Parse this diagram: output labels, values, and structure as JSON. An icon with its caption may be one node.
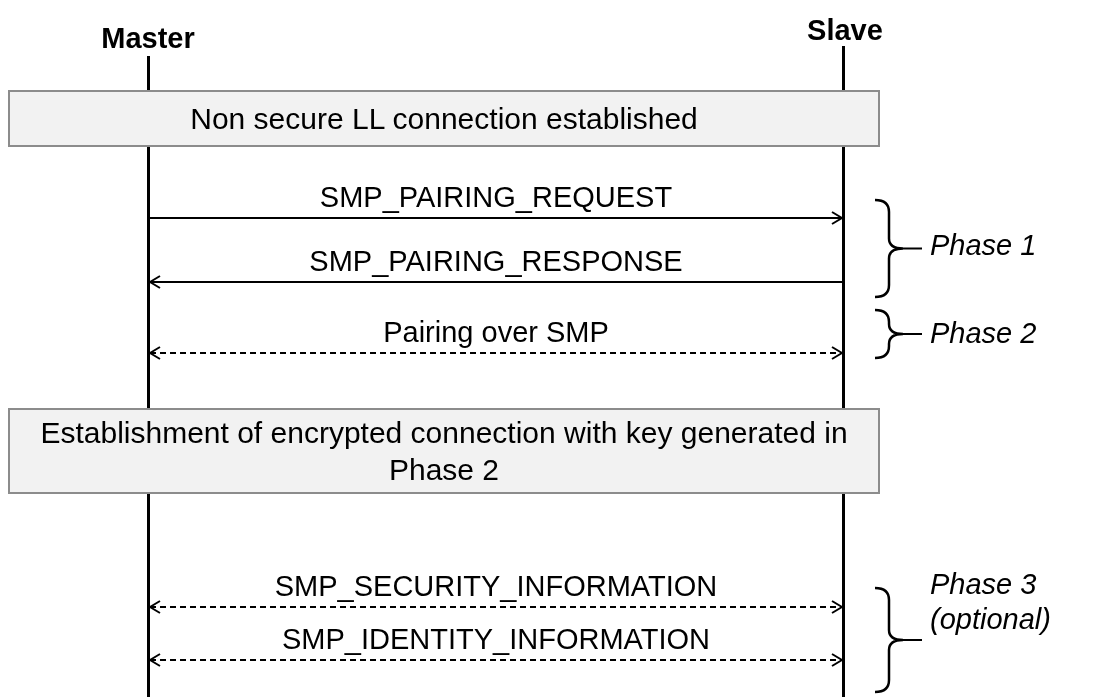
{
  "diagram": {
    "nodes": [
      {
        "text": [
          "Master"
        ]
      },
      {
        "text": [
          "Slave"
        ]
      },
      {
        "text": [],
        "shape": "bar"
      },
      {
        "text": [],
        "shape": "bar"
      },
      {
        "text": [
          "Non secure LL connection established"
        ]
      },
      {
        "text": [
          "Establishment of encrypted connection with key generated in Phase 2"
        ]
      }
    ],
    "edges": [
      {
        "from": 2,
        "to": 3,
        "arrow": "to",
        "label": "SMP_PAIRING_REQUEST"
      },
      {
        "from": 3,
        "to": 2,
        "arrow": "to",
        "label": "SMP_PAIRING_RESPONSE"
      },
      {
        "from": 2,
        "to": 3,
        "arrow": "both",
        "label": "Pairing over SMP",
        "style": "dashed"
      },
      {
        "from": 2,
        "to": 3,
        "arrow": "both",
        "label": "SMP_SECURITY_INFORMATION",
        "style": "dashed"
      },
      {
        "from": 2,
        "to": 3,
        "arrow": "both",
        "label": "SMP_IDENTITY_INFORMATION",
        "style": "dashed"
      }
    ],
    "labels": [
      "Phase 1",
      "Phase 2",
      "Phase 3 (optional)"
    ]
  }
}
